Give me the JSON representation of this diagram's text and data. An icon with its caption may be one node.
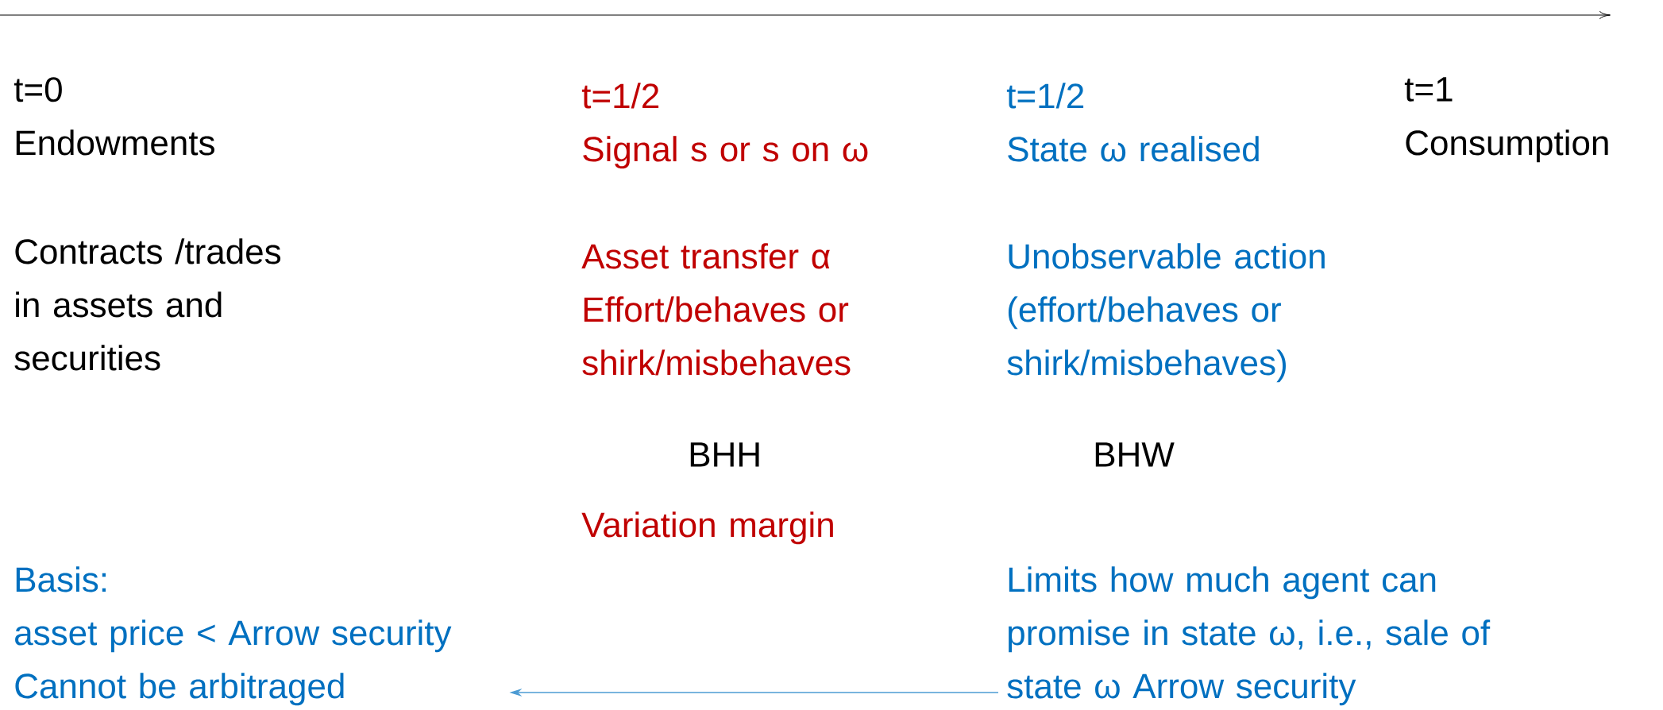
{
  "diagram": {
    "nodes": [
      {
        "text": [
          "Basis:",
          "asset price < Arrow security Cannot be arbitraged"
        ]
      },
      {
        "text": [
          "Limits how much agent can promise in state ω, i.e., sale of state ω Arrow security"
        ]
      }
    ],
    "edges": [
      {
        "from": 1,
        "to": 0,
        "arrow": "to"
      }
    ],
    "labels": [
      "t=0",
      "t=1/2",
      "t=1/2",
      "t=1",
      "Endowments",
      "Signal s or s on ω",
      "State ω realised",
      "Consumption",
      "Contracts /trades in assets and securities",
      "Asset transfer α Effort/behaves or shirk/misbehaves",
      "Unobservable action (effort/behaves or shirk/misbehaves)",
      "BHH",
      "BHW",
      "Variation margin"
    ]
  }
}
